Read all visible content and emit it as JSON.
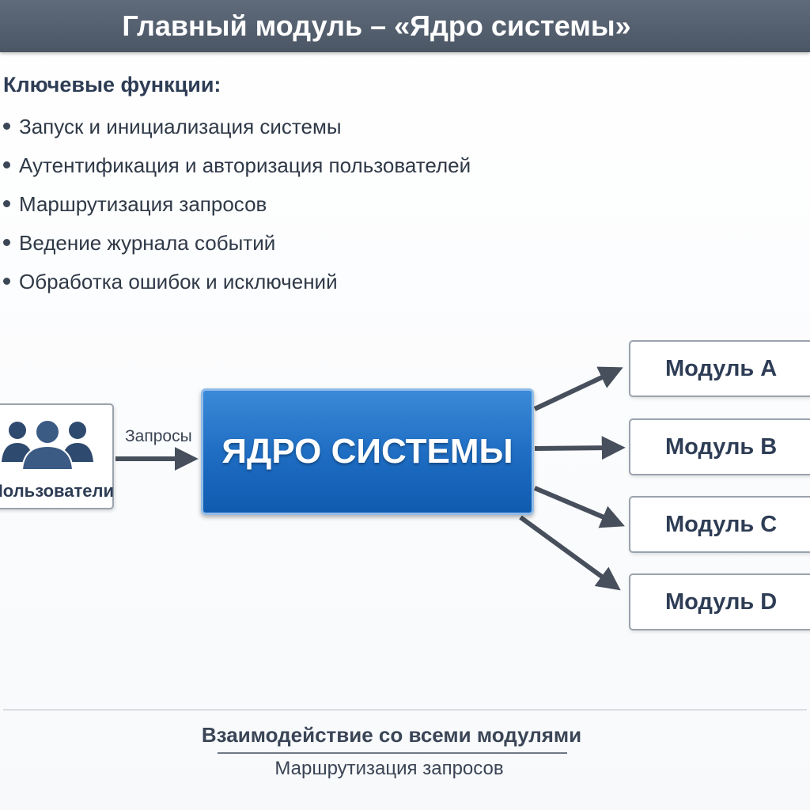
{
  "header": {
    "title": "Главный модуль – «Ядро системы»"
  },
  "functions": {
    "heading": "Ключевые функции:",
    "items": [
      "Запуск и инициализация системы",
      "Аутентификация и авторизация пользователей",
      "Маршрутизация запросов",
      "Ведение журнала событий",
      "Обработка ошибок и исключений"
    ]
  },
  "diagram": {
    "users_label": "Пользователи",
    "users_icon": "users-group-icon",
    "edge_label": "Запросы",
    "core_label": "ЯДРО СИСТЕМЫ",
    "modules": [
      "Модуль A",
      "Модуль B",
      "Модуль C",
      "Модуль D"
    ],
    "colors": {
      "core": "#1f6ec4",
      "arrow": "#474f5c",
      "header": "#56616f"
    }
  },
  "footer": {
    "title": "Взаимодействие со всеми модулями",
    "subtitle": "Маршрутизация запросов"
  }
}
